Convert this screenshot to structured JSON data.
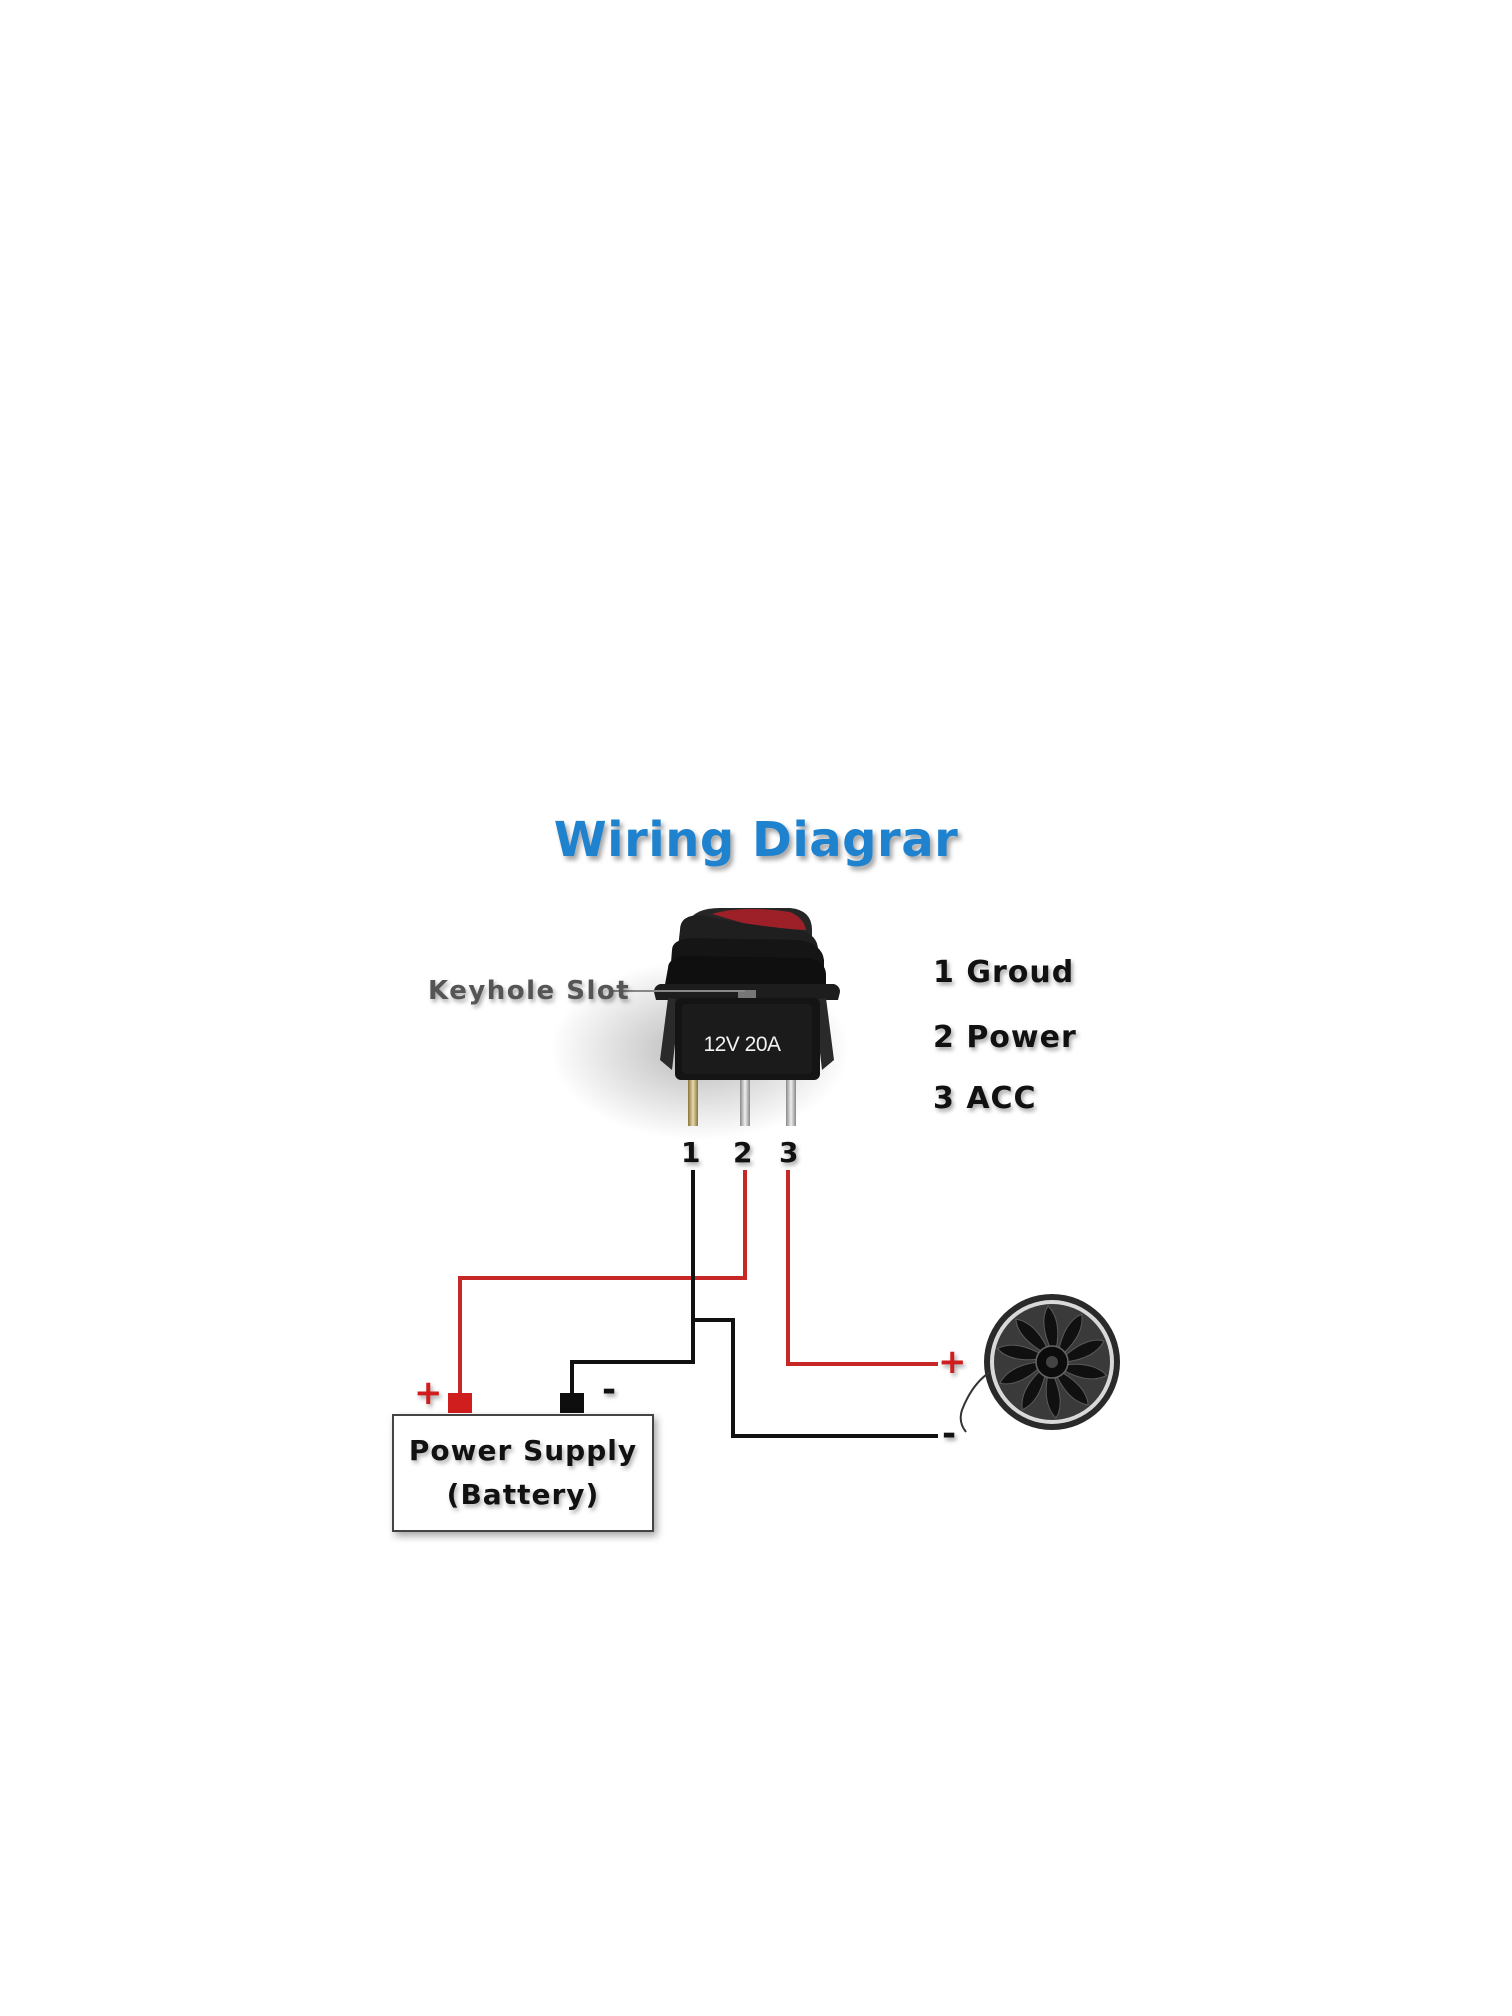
{
  "title": "Wiring Diagrar",
  "switch": {
    "rating": "12V 20A",
    "keyhole_label": "Keyhole Slot",
    "pins": [
      "1",
      "2",
      "3"
    ]
  },
  "legend": [
    {
      "text": "1 Groud"
    },
    {
      "text": "2 Power"
    },
    {
      "text": "3 ACC"
    }
  ],
  "battery": {
    "line1": "Power Supply",
    "line2": "(Battery)",
    "plus": "+",
    "minus": "-"
  },
  "fan": {
    "plus": "+",
    "minus": "-"
  },
  "colors": {
    "title": "#1e82cf",
    "positive_wire": "#c62828",
    "negative_wire": "#111111",
    "switch_body": "#1a1a1a",
    "rocker_accent": "#b3202a"
  },
  "icons": {
    "switch": "rocker-switch-icon",
    "fan": "cooling-fan-icon"
  }
}
